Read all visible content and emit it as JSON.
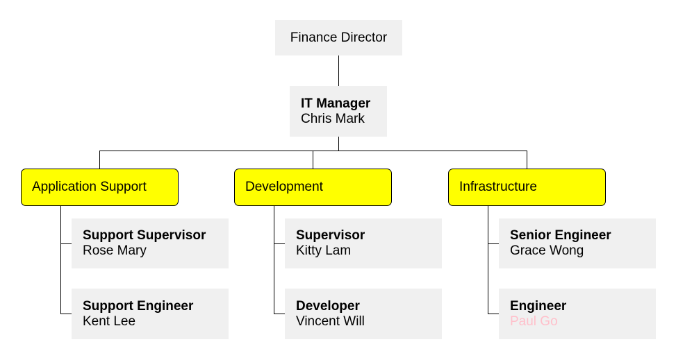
{
  "top": {
    "title": "Finance Director"
  },
  "manager": {
    "title": "IT Manager",
    "name": "Chris Mark"
  },
  "departments": [
    {
      "label": "Application Support",
      "members": [
        {
          "title": "Support Supervisor",
          "name": "Rose Mary"
        },
        {
          "title": "Support Engineer",
          "name": "Kent Lee"
        }
      ]
    },
    {
      "label": "Development",
      "members": [
        {
          "title": "Supervisor",
          "name": "Kitty Lam"
        },
        {
          "title": "Developer",
          "name": "Vincent Will"
        }
      ]
    },
    {
      "label": "Infrastructure",
      "members": [
        {
          "title": "Senior Engineer",
          "name": "Grace Wong"
        },
        {
          "title": "Engineer",
          "name": "Paul Go"
        }
      ]
    }
  ],
  "colors": {
    "department_fill": "#ffff00",
    "node_fill": "#f0f0f0",
    "connector": "#000000",
    "muted_name": "#ffc0cb"
  }
}
